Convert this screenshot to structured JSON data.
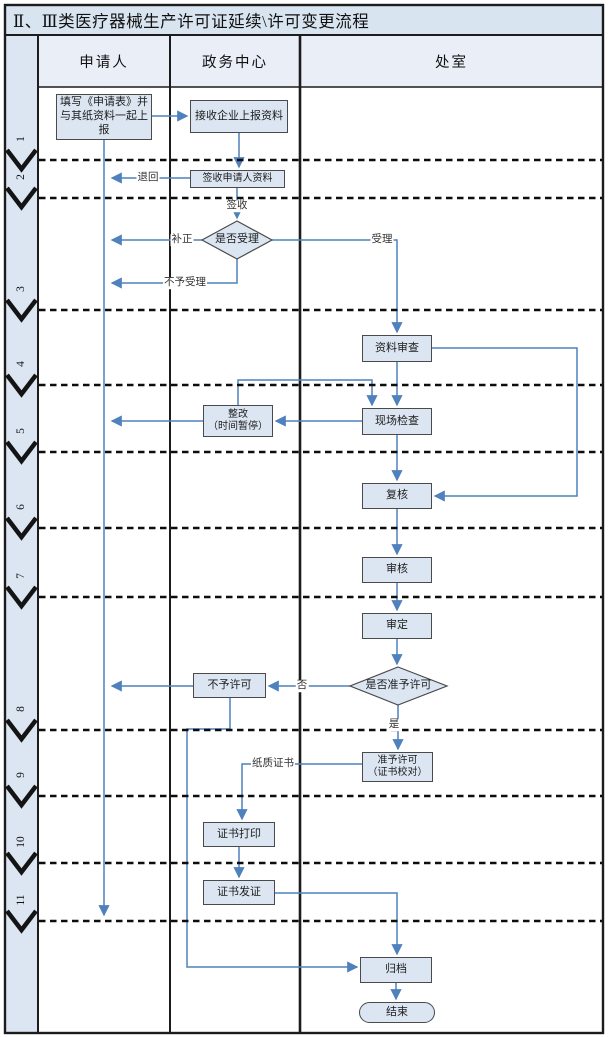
{
  "title": "Ⅱ、Ⅲ类医疗器械生产许可证延续\\许可变更流程",
  "lanes": [
    {
      "label": "申请人"
    },
    {
      "label": "政务中心"
    },
    {
      "label": "处室"
    }
  ],
  "step_numbers": [
    "1",
    "2",
    "3",
    "4",
    "5",
    "6",
    "7",
    "8",
    "9",
    "10",
    "11"
  ],
  "colors": {
    "flow_line": "#4f81bd",
    "node_fill": "#dce6f2",
    "band_fill": "#d9e4f1",
    "grid_line": "#1c1c1c"
  },
  "flowchart": {
    "nodes": [
      {
        "id": "n1",
        "type": "process",
        "label": "填写《申请表》并\n与其纸资料一起上\n报"
      },
      {
        "id": "n2",
        "type": "process",
        "label": "接收企业上报资料"
      },
      {
        "id": "n3",
        "type": "process",
        "label": "签收申请人资料"
      },
      {
        "id": "d1",
        "type": "decision",
        "label": "是否受理"
      },
      {
        "id": "n4",
        "type": "process",
        "label": "资料审查"
      },
      {
        "id": "n5",
        "type": "process",
        "label": "整改\n（时间暂停）"
      },
      {
        "id": "n6",
        "type": "process",
        "label": "现场检查"
      },
      {
        "id": "n7",
        "type": "process",
        "label": "复核"
      },
      {
        "id": "n8",
        "type": "process",
        "label": "审核"
      },
      {
        "id": "n9",
        "type": "process",
        "label": "审定"
      },
      {
        "id": "d2",
        "type": "decision",
        "label": "是否准予许可"
      },
      {
        "id": "n10",
        "type": "process",
        "label": "不予许可"
      },
      {
        "id": "n11",
        "type": "process",
        "label": "准予许可\n（证书校对）"
      },
      {
        "id": "n12",
        "type": "process",
        "label": "证书打印"
      },
      {
        "id": "n13",
        "type": "process",
        "label": "证书发证"
      },
      {
        "id": "n14",
        "type": "process",
        "label": "归档"
      },
      {
        "id": "t1",
        "type": "terminator",
        "label": "结束"
      }
    ],
    "edge_labels": [
      {
        "id": "e1",
        "text": "退回"
      },
      {
        "id": "e2",
        "text": "签收"
      },
      {
        "id": "e3",
        "text": "补正"
      },
      {
        "id": "e4",
        "text": "不予受理"
      },
      {
        "id": "e5",
        "text": "受理"
      },
      {
        "id": "e6",
        "text": "否"
      },
      {
        "id": "e7",
        "text": "是"
      },
      {
        "id": "e8",
        "text": "纸质证书"
      }
    ]
  }
}
